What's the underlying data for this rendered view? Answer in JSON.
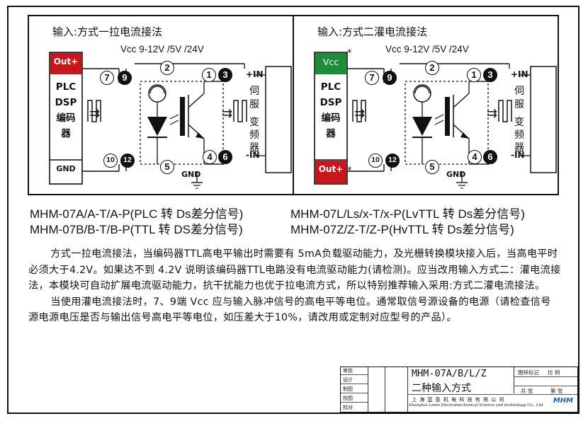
{
  "panels": [
    {
      "title": "输入:方式一拉电流接法",
      "supply": "Vcc 9-12V /5V /24V",
      "top_terminal": {
        "label": "Out+",
        "color": "#c8161d"
      },
      "left_labels": [
        "PLC",
        "DSP",
        "编码",
        "器"
      ],
      "bottom_terminal": {
        "label": "GND",
        "color": "#ffffff"
      },
      "pins": {
        "p7": "7",
        "p9": "9",
        "p2": "2",
        "p1": "1",
        "p3": "3",
        "p10": "10",
        "p12": "12",
        "p5": "5",
        "p4": "4",
        "p6": "6"
      },
      "gnd": "GND",
      "plus_in": "+IN",
      "minus_in": "-IN",
      "servo": [
        "伺",
        "服"
      ],
      "drive": [
        "变",
        "频",
        "器"
      ],
      "arrow": "⇉",
      "stars": [
        "",
        ""
      ]
    },
    {
      "title": "输入:方式二灌电流接法",
      "supply": "Vcc 9-12V /5V /24V",
      "top_terminal": {
        "label": "Vcc",
        "color": "#1e8c3a"
      },
      "left_labels": [
        "PLC",
        "DSP",
        "编码",
        "器"
      ],
      "bottom_terminal": {
        "label": "Out+",
        "color": "#c8161d"
      },
      "pins": {
        "p7": "7",
        "p9": "9",
        "p2": "2",
        "p1": "1",
        "p3": "3",
        "p10": "10",
        "p12": "12",
        "p5": "5",
        "p4": "4",
        "p6": "6"
      },
      "gnd": "GND",
      "plus_in": "+IN",
      "minus_in": "-IN",
      "servo": [
        "伺",
        "服"
      ],
      "drive": [
        "变",
        "频",
        "器"
      ],
      "arrow": "⇉",
      "stars": [
        "*",
        "*"
      ]
    }
  ],
  "models": {
    "a": "MHM-07A/A-T/A-P(PLC 转 Ds差分信号)",
    "b": "MHM-07B/B-T/B-P(TTL 转 DS差分信号)",
    "l": "MHM-07L/Ls/x-T/x-P(LvTTL 转 Ds差分信号)",
    "z": "MHM-07Z/Z-T/Z-P(HvTTL 转 Ds差分信号)"
  },
  "description": {
    "p1": "方式一拉电流接法，当编码器TTL高电平输出时需要有 5mA负载驱动能力，及光栅转换模块接入后，当高电平时必须大于4.2V。如果达不到 4.2V 说明该编码器TTL电路没有电流驱动能力(请检测)。应当改用输入方式二：灌电流接法，本模块可自动扩展电流驱动能力，抗干扰能力也优于拉电流方式，所以特别推荐输入采用:方式二灌电流接法。",
    "p2": "当使用灌电流接法时，7、9端 Vcc 应与输入脉冲信号的高电平等电位。通常取信号源设备的电源（请检查信号源电源电压是否与输出信号高电平等电位，如压差大于10%，请改用或定制对应型号的产品）。"
  },
  "title_block": {
    "rows": [
      "审批",
      "设计",
      "制图",
      "校图",
      "校对"
    ],
    "model": "MHM-07A/B/L/Z",
    "name": "二种输入方式",
    "mark_label": "图样标记",
    "scale_label": "比 例",
    "total_label": "共 张",
    "sheet_label": "第 张",
    "company": "上 海 蓝 盈 机 电 科 技 有 限 公 司",
    "company_en": "Shanghai Lanin Electromechanical Science and technology Co., Ltd",
    "logo": "MHM"
  }
}
